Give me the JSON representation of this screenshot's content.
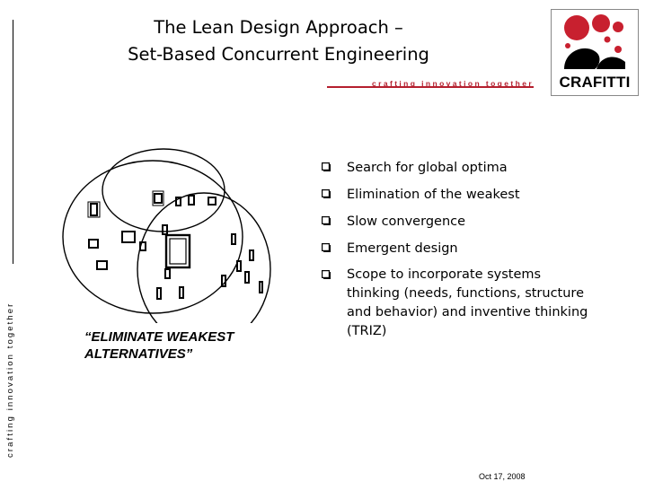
{
  "sidebar": {
    "tagline": "crafting innovation together"
  },
  "header": {
    "title_line1": "The Lean Design Approach –",
    "title_line2": "Set-Based Concurrent Engineering",
    "tagline": "crafting innovation together",
    "logo_text": "CRAFITTI",
    "accent_color": "#b51f2e"
  },
  "diagram": {
    "caption_line1": "“ELIMINATE WEAKEST",
    "caption_line2": "ALTERNATIVES”"
  },
  "bullets": [
    {
      "icon": "checkbox-icon",
      "text": "Search for global optima"
    },
    {
      "icon": "checkbox-icon",
      "text": "Elimination of the weakest"
    },
    {
      "icon": "checkbox-icon",
      "text": "Slow convergence"
    },
    {
      "icon": "checkbox-icon",
      "text": "Emergent design"
    },
    {
      "icon": "checkbox-icon",
      "text": "Scope to incorporate systems thinking (needs, functions, structure and behavior) and inventive thinking (TRIZ)"
    }
  ],
  "footer": {
    "date": "Oct 17, 2008"
  }
}
